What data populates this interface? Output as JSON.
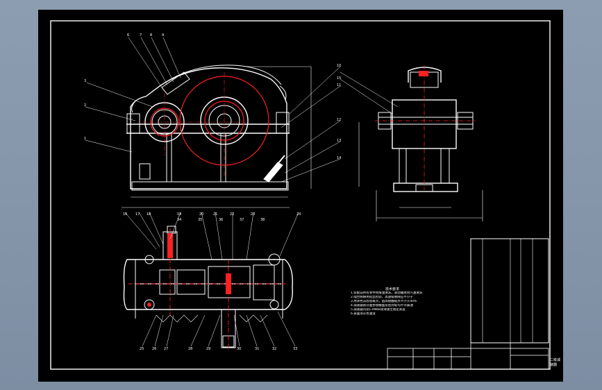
{
  "colors": {
    "background": "#7f91a6",
    "paper": "#000000",
    "linework": "#ffffff",
    "gears": "#ff2020",
    "centerlines": "#ff3030"
  },
  "notes": {
    "title": "技术要求",
    "lines": [
      "1.装配前所有零件用煤油清洗，滚动轴承用汽油清洗",
      "2.啮合侧隙用铅丝检验，高速级侧隙应不小于",
      "3.用涂色法检验斑点，齿高接触斑点不小于40%",
      "4.减速器剖分面各接触面及密封处均不许漏油",
      "5.减速器内装L-AN68润滑油至规定高度",
      "6.表面涂灰色油漆"
    ]
  },
  "title_block": {
    "title": "二级减速器"
  },
  "balloons": {
    "front": [
      "6",
      "7",
      "8",
      "9",
      "3",
      "2",
      "1",
      "10",
      "11",
      "12",
      "13",
      "14",
      "15"
    ],
    "plan": [
      "16",
      "17",
      "18",
      "19",
      "20",
      "21",
      "22",
      "23",
      "24",
      "25",
      "26",
      "27",
      "28",
      "29",
      "30",
      "31",
      "32",
      "33",
      "34",
      "35",
      "36",
      "37",
      "38"
    ]
  }
}
